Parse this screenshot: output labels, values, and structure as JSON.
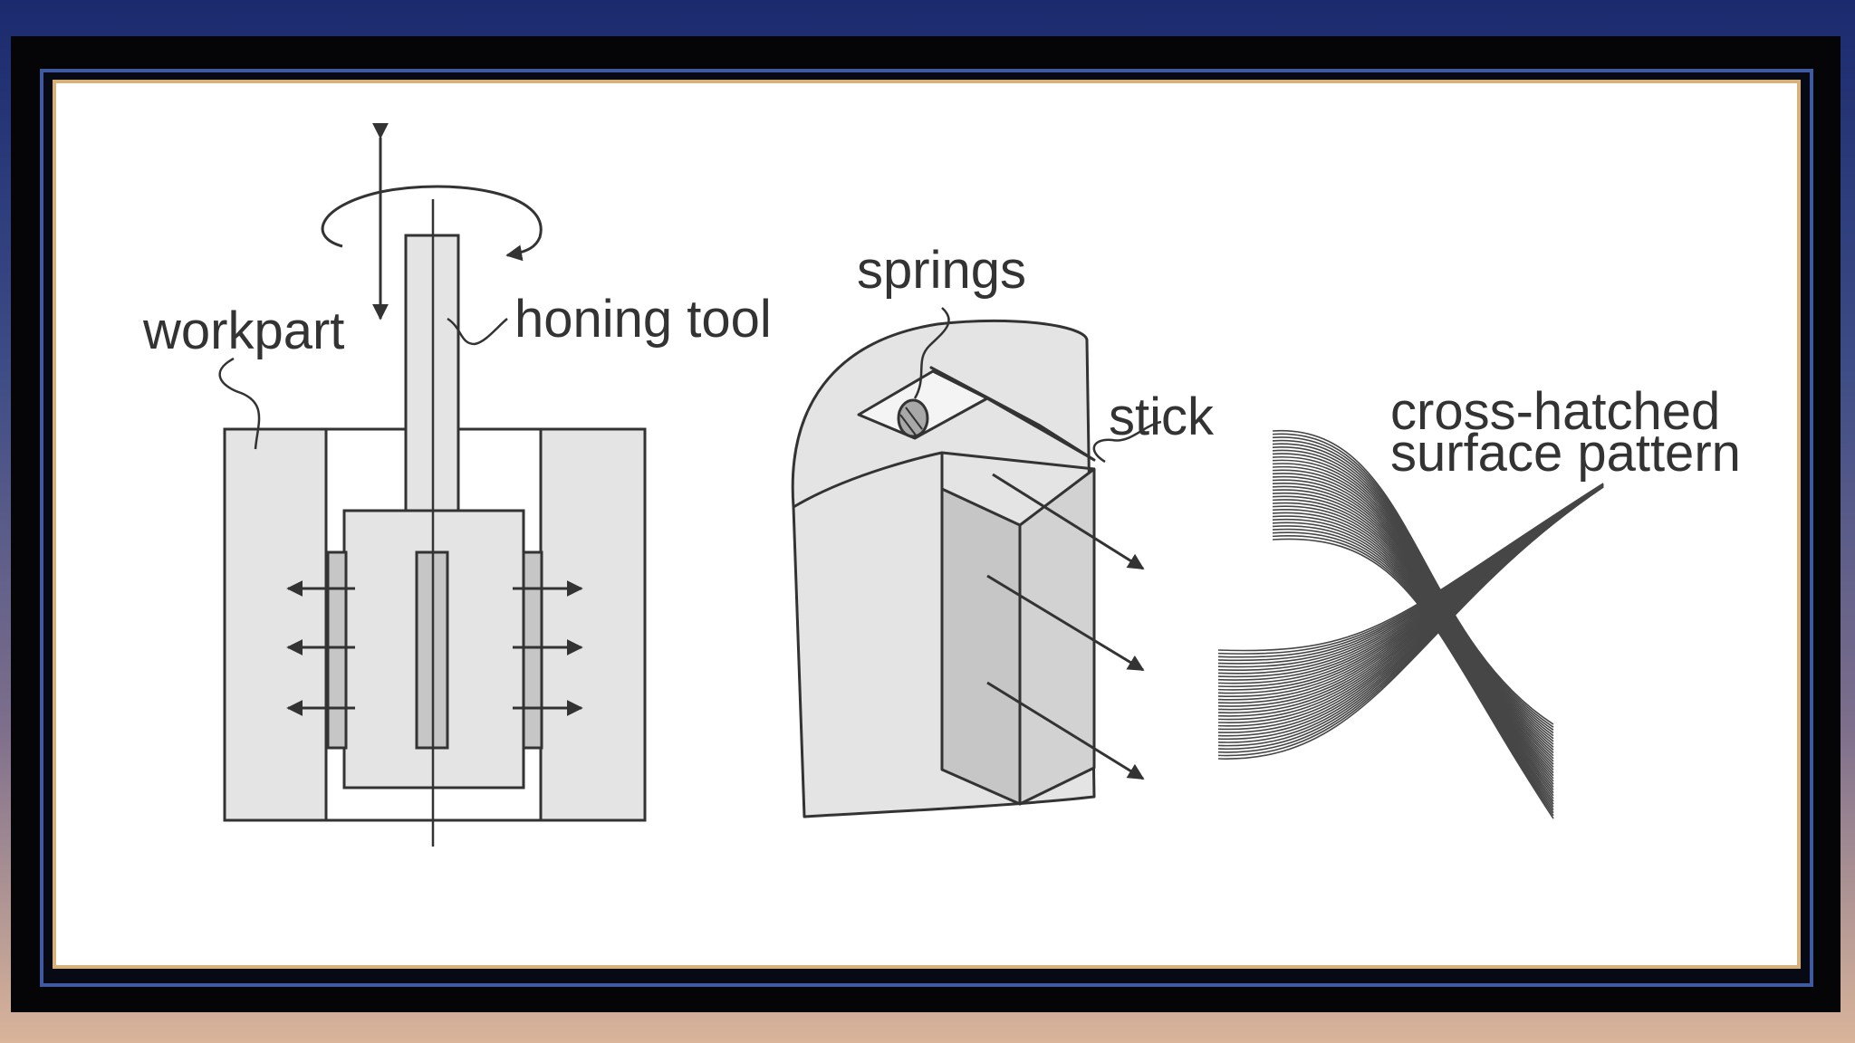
{
  "labels": {
    "workpart": "workpart",
    "honing_tool": "honing tool",
    "springs": "springs",
    "stick": "stick",
    "pattern_line1": "cross-hatched",
    "pattern_line2": "surface pattern"
  },
  "colors": {
    "panel_fill": "#e4e4e4",
    "stick_fill": "#c6c6c6",
    "line": "#333333",
    "frame_accent": "#3f5aa0"
  }
}
